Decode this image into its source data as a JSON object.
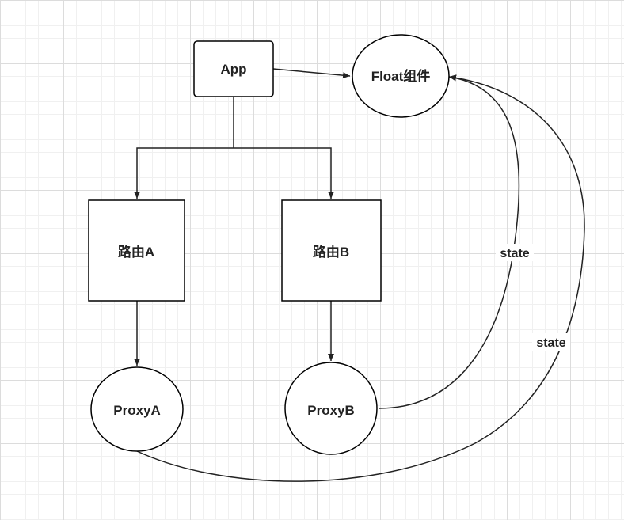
{
  "nodes": {
    "app": "App",
    "float": "Float组件",
    "route_a": "路由A",
    "route_b": "路由B",
    "proxy_a": "ProxyA",
    "proxy_b": "ProxyB"
  },
  "edges": {
    "proxy_b_to_float": "state",
    "proxy_a_to_float": "state"
  },
  "colors": {
    "stroke": "#222222",
    "node_fill": "#ffffff",
    "grid": "#dcdcdc"
  }
}
